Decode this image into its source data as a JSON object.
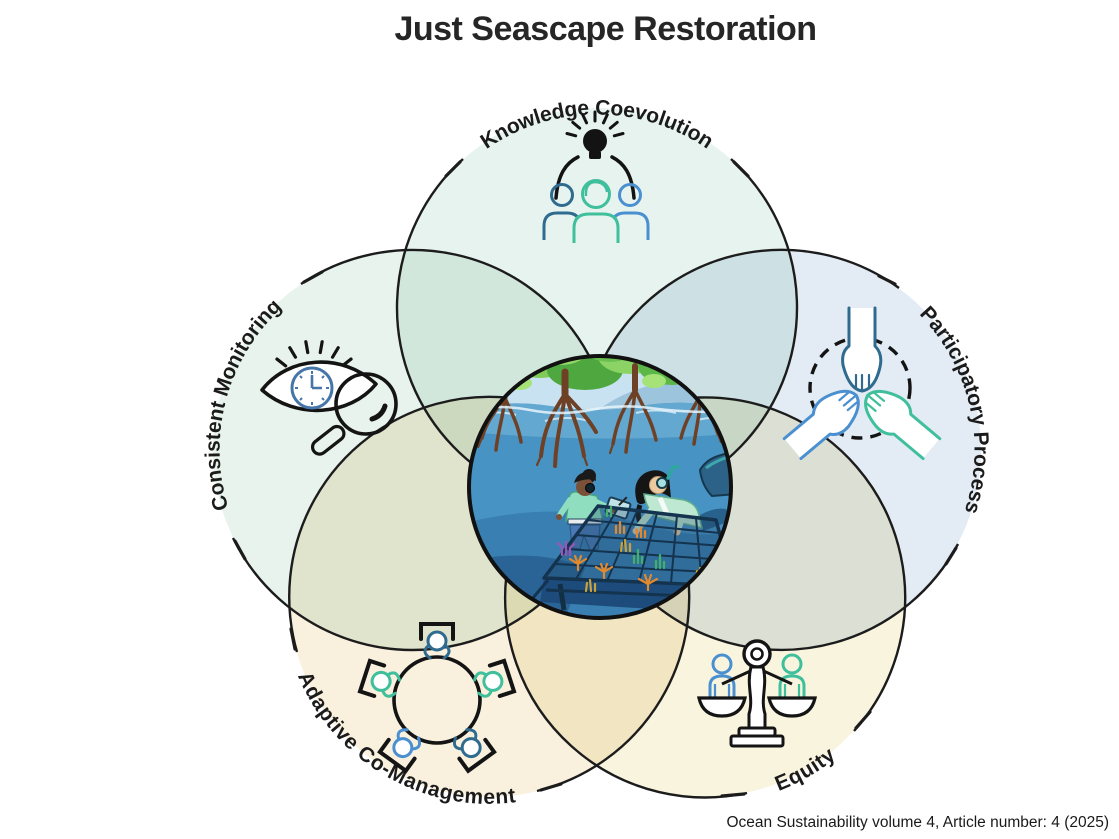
{
  "title": "Just Seascape Restoration",
  "attribution": "Ocean Sustainability volume 4, Article number: 4 (2025)",
  "diagram": {
    "center_illustration": "mangrove-coral-restoration-scene",
    "petals": [
      {
        "label": "Knowledge Coevolution",
        "icon": "people-lightbulb-icon",
        "color": "#e7f3ee"
      },
      {
        "label": "Participatory Process",
        "icon": "joined-hands-icon",
        "color": "#e3ebf4"
      },
      {
        "label": "Equity",
        "icon": "balance-scale-icon",
        "color": "#f8f4de"
      },
      {
        "label": "Adaptive Co-Management",
        "icon": "round-table-meeting-icon",
        "color": "#f9f0de"
      },
      {
        "label": "Consistent Monitoring",
        "icon": "eye-clock-magnifier-icon",
        "color": "#e7f3ec"
      }
    ],
    "palette": {
      "outline": "#1c1c1c",
      "person_dark_blue": "#2e6b8f",
      "person_teal_green": "#3fbf9b",
      "person_blue": "#4a90d0",
      "clock_blue": "#4676a8"
    }
  }
}
